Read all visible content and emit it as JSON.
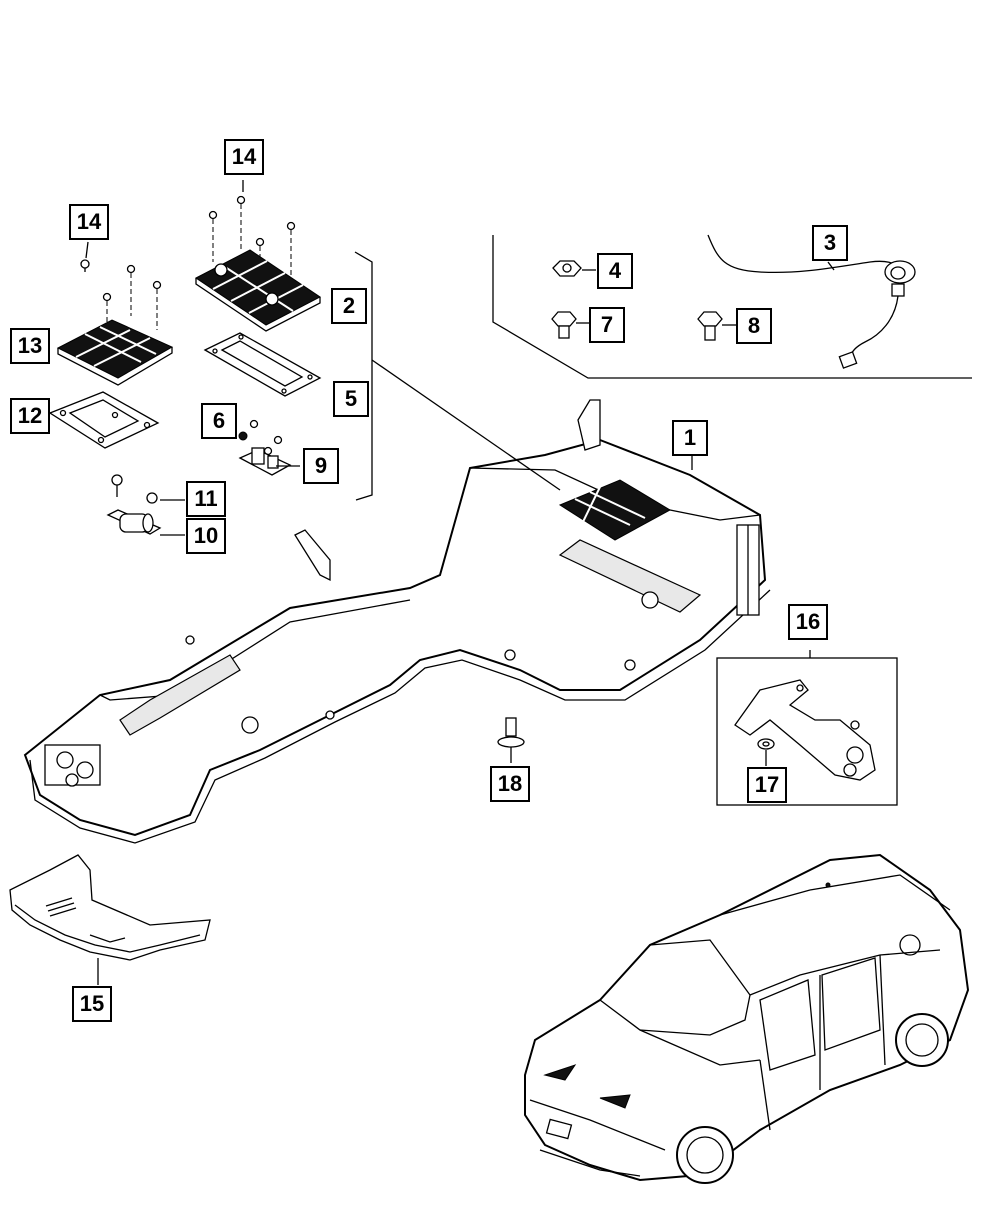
{
  "callouts": {
    "c1": "1",
    "c2": "2",
    "c3": "3",
    "c4": "4",
    "c5": "5",
    "c6": "6",
    "c7": "7",
    "c8": "8",
    "c9": "9",
    "c10": "10",
    "c11": "11",
    "c12": "12",
    "c13": "13",
    "c14a": "14",
    "c14b": "14",
    "c15": "15",
    "c16": "16",
    "c17": "17",
    "c18": "18"
  },
  "icons": {
    "battery": "battery-pack-icon",
    "vehicle": "vehicle-illustration-icon"
  },
  "colors": {
    "line": "#000000",
    "background": "#ffffff",
    "dark_fill": "#111111"
  }
}
